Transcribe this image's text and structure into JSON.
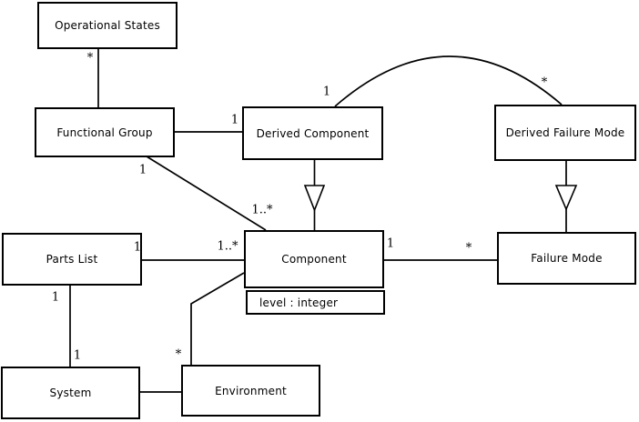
{
  "diagram": {
    "type": "uml-class-diagram",
    "classes": {
      "operational_states": {
        "label": "Operational States"
      },
      "functional_group": {
        "label": "Functional Group"
      },
      "derived_component": {
        "label": "Derived Component"
      },
      "derived_failure_mode": {
        "label": "Derived Failure Mode"
      },
      "parts_list": {
        "label": "Parts List"
      },
      "component": {
        "label": "Component",
        "attributes": [
          "level : integer"
        ]
      },
      "failure_mode": {
        "label": "Failure Mode"
      },
      "system": {
        "label": "System"
      },
      "environment": {
        "label": "Environment"
      }
    },
    "multiplicity_labels": {
      "os_fg_star": "*",
      "fg_dc_one": "1",
      "fg_comp_one": "1",
      "fg_comp_onestar": "1..*",
      "arc_dc_one": "1",
      "arc_dfm_star": "*",
      "pl_comp_one": "1",
      "pl_comp_onestar": "1..*",
      "comp_fm_one": "1",
      "comp_fm_star": "*",
      "pl_sys_one_top": "1",
      "pl_sys_one_bot": "1",
      "env_comp_star": "*"
    },
    "associations": [
      {
        "from": "operational_states",
        "to": "functional_group",
        "from_mult": "*",
        "to_mult": ""
      },
      {
        "from": "functional_group",
        "to": "derived_component",
        "from_mult": "",
        "to_mult": "1"
      },
      {
        "from": "functional_group",
        "to": "component",
        "from_mult": "1",
        "to_mult": "1..*"
      },
      {
        "from": "derived_component",
        "to": "derived_failure_mode",
        "from_mult": "1",
        "to_mult": "*",
        "style": "arc"
      },
      {
        "from": "parts_list",
        "to": "component",
        "from_mult": "1",
        "to_mult": "1..*"
      },
      {
        "from": "component",
        "to": "failure_mode",
        "from_mult": "1",
        "to_mult": "*"
      },
      {
        "from": "parts_list",
        "to": "system",
        "from_mult": "1",
        "to_mult": "1"
      },
      {
        "from": "system",
        "to": "environment",
        "from_mult": "",
        "to_mult": ""
      },
      {
        "from": "environment",
        "to": "component",
        "from_mult": "*",
        "to_mult": ""
      }
    ],
    "generalizations": [
      {
        "child": "derived_component",
        "parent": "component"
      },
      {
        "child": "derived_failure_mode",
        "parent": "failure_mode"
      }
    ],
    "colors": {
      "line": "#000000",
      "box_border": "#000000",
      "box_fill": "#ffffff",
      "text": "#000000",
      "background": "#ffffff"
    }
  }
}
